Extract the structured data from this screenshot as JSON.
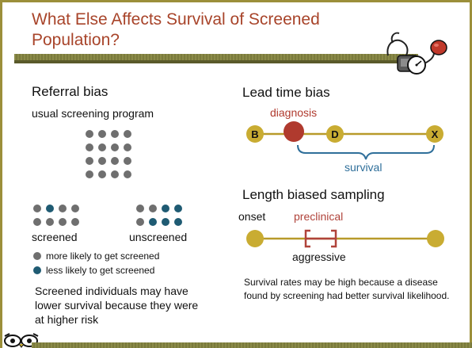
{
  "slide": {
    "title": "What Else Affects Survival of Screened Population?"
  },
  "referral": {
    "heading": "Referral bias",
    "subheading": "usual screening program",
    "central_group": [
      "gray",
      "gray",
      "gray",
      "gray",
      "gray",
      "gray",
      "gray",
      "gray",
      "gray",
      "gray",
      "gray",
      "gray",
      "gray",
      "gray",
      "gray",
      "gray"
    ],
    "screened_group": [
      "gray",
      "blue",
      "gray",
      "gray",
      "gray",
      "gray",
      "gray",
      "gray"
    ],
    "unscreened_group": [
      "gray",
      "gray",
      "blue",
      "blue",
      "gray",
      "blue",
      "blue",
      "blue"
    ],
    "screened_label": "screened",
    "unscreened_label": "unscreened",
    "legend_gray": "more likely to get screened",
    "legend_blue": "less likely to get screened",
    "conclusion": "Screened individuals may have lower survival because they were at higher risk"
  },
  "lead_time": {
    "heading": "Lead time bias",
    "diagnosis_label": "diagnosis",
    "node_b": "B",
    "node_d": "D",
    "node_x": "X",
    "survival_label": "survival"
  },
  "length": {
    "heading": "Length biased sampling",
    "onset_label": "onset",
    "preclinical_label": "preclinical",
    "aggressive_label": "aggressive",
    "conclusion": "Survival rates may be high because a disease found by screening had better survival likelihood."
  },
  "colors": {
    "title": "#a8442a",
    "gray_dot": "#6f6f6f",
    "blue_dot": "#1f5b73",
    "gold": "#c9ac32",
    "line_gold": "#b89a2a",
    "diagnosis_red": "#b03a2e",
    "brace_blue": "#2f6f9a",
    "bracket_red": "#b0433a"
  },
  "icons": {
    "clipart": "stethoscope-blood-pressure-icon",
    "corner": "owl-eyes-icon"
  }
}
